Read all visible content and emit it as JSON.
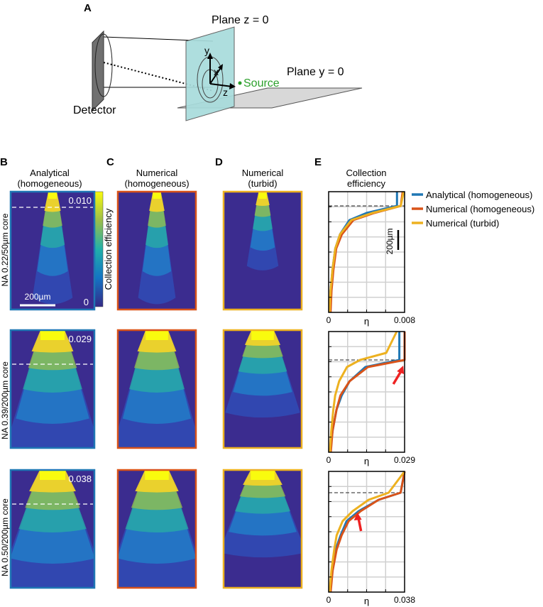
{
  "panel_letters": {
    "a": "A",
    "b": "B",
    "c": "C",
    "d": "D",
    "e": "E"
  },
  "schematic": {
    "detector": "Detector",
    "plane_z": "Plane z = 0",
    "plane_y": "Plane y = 0",
    "source": "Source",
    "axis_x": "x",
    "axis_y": "y",
    "axis_z": "z"
  },
  "column_titles": {
    "b": [
      "Analytical",
      "(homogeneous)"
    ],
    "c": [
      "Numerical",
      "(homogeneous)"
    ],
    "d": [
      "Numerical",
      "(turbid)"
    ],
    "e": [
      "Collection",
      "efficiency"
    ]
  },
  "colorbar": {
    "label": "Collection efficiency",
    "min_label": "0"
  },
  "row_labels": [
    "NA 0.22/50µm core",
    "NA 0.39/200µm core",
    "NA 0.50/200µm core"
  ],
  "row_max_labels": [
    "0.010",
    "0.029",
    "0.038"
  ],
  "scale_bars": {
    "map": "200µm",
    "profile": "200µm"
  },
  "colors": {
    "analytical": "#1f77b4",
    "numerical_homogeneous": "#d95319",
    "numerical_turbid": "#edb120",
    "arrow": "#ee2222",
    "plane_z": "#a8dcdc",
    "plane_y": "#d8d8d8",
    "source": "#2ca02c"
  },
  "chart_data": {
    "type": "line",
    "title": "Collection efficiency",
    "xlabel": "η",
    "legend_position": "top-right",
    "series_names": [
      "Analytical (homogeneous)",
      "Numerical (homogeneous)",
      "Numerical (turbid)"
    ],
    "panels": [
      {
        "row": "NA 0.22/50µm core",
        "xlim": [
          0,
          0.008
        ],
        "x_tick_labels": [
          "0",
          "0.008"
        ],
        "y_depth_um": [
          0,
          100,
          150,
          200,
          300,
          400,
          550,
          700,
          850
        ],
        "series": [
          {
            "name": "Analytical (homogeneous)",
            "eta": [
              0.0072,
              0.0072,
              0.004,
              0.0022,
              0.0012,
              0.0007,
              0.0004,
              0.0002,
              0.0001
            ]
          },
          {
            "name": "Numerical (homogeneous)",
            "eta": [
              0.0078,
              0.0076,
              0.0048,
              0.0026,
              0.0014,
              0.0008,
              0.0005,
              0.0003,
              0.0002
            ]
          },
          {
            "name": "Numerical (turbid)",
            "eta": [
              0.0079,
              0.0076,
              0.0046,
              0.0024,
              0.0012,
              0.0007,
              0.0004,
              0.0002,
              0.0001
            ]
          }
        ]
      },
      {
        "row": "NA 0.39/200µm core",
        "xlim": [
          0,
          0.029
        ],
        "x_tick_labels": [
          "0",
          "0.029"
        ],
        "y_depth_um": [
          0,
          150,
          200,
          250,
          350,
          450,
          550,
          700,
          850
        ],
        "series": [
          {
            "name": "Analytical (homogeneous)",
            "eta": [
              0.027,
              0.027,
              0.027,
              0.014,
              0.008,
              0.005,
              0.003,
              0.0015,
              0.0005
            ]
          },
          {
            "name": "Numerical (homogeneous)",
            "eta": [
              0.029,
              0.029,
              0.029,
              0.015,
              0.008,
              0.0045,
              0.003,
              0.0015,
              0.0008
            ]
          },
          {
            "name": "Numerical (turbid)",
            "eta": [
              0.026,
              0.022,
              0.012,
              0.007,
              0.004,
              0.0025,
              0.0018,
              0.001,
              0.0005
            ]
          }
        ]
      },
      {
        "row": "NA 0.50/200µm core",
        "xlim": [
          0,
          0.038
        ],
        "x_tick_labels": [
          "0",
          "0.038"
        ],
        "y_depth_um": [
          0,
          150,
          200,
          280,
          350,
          450,
          550,
          700,
          850
        ],
        "series": [
          {
            "name": "Analytical (homogeneous)",
            "eta": [
              0.038,
              0.036,
              0.025,
              0.015,
              0.009,
              0.006,
              0.0035,
              0.0018,
              0.0006
            ]
          },
          {
            "name": "Numerical (homogeneous)",
            "eta": [
              0.038,
              0.036,
              0.025,
              0.016,
              0.01,
              0.0065,
              0.004,
              0.002,
              0.001
            ]
          },
          {
            "name": "Numerical (turbid)",
            "eta": [
              0.038,
              0.03,
              0.02,
              0.012,
              0.007,
              0.004,
              0.0028,
              0.0014,
              0.0005
            ]
          }
        ]
      }
    ]
  }
}
